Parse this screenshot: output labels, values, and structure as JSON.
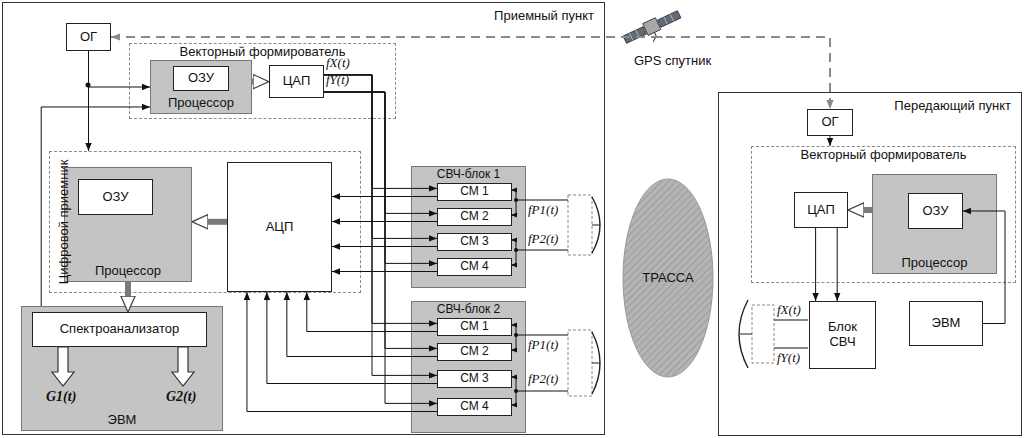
{
  "diagram": {
    "nodes": [
      {
        "text": [
          "Приемный пункт"
        ]
      },
      {
        "text": [
          "ОГ"
        ],
        "in": 0
      },
      {
        "text": [
          "Векторный формирователь"
        ],
        "in": 0
      },
      {
        "text": [
          "Процессор"
        ],
        "in": 2
      },
      {
        "text": [
          "ОЗУ"
        ],
        "in": 3
      },
      {
        "text": [
          "ЦАП"
        ],
        "in": 2
      },
      {
        "text": [
          "Цифровой приемник"
        ],
        "in": 0
      },
      {
        "text": [
          "Процессор"
        ],
        "in": 6
      },
      {
        "text": [
          "ОЗУ"
        ],
        "in": 7
      },
      {
        "text": [
          "АЦП"
        ],
        "in": 6
      },
      {
        "text": [
          "ЭВМ"
        ],
        "in": 0
      },
      {
        "text": [
          "Спектроанализатор"
        ],
        "in": 10
      },
      {
        "text": [
          "СВЧ-блок 1"
        ],
        "in": 0
      },
      {
        "text": [
          "СМ 1"
        ],
        "in": 12
      },
      {
        "text": [
          "СМ 2"
        ],
        "in": 12
      },
      {
        "text": [
          "СМ 3"
        ],
        "in": 12
      },
      {
        "text": [
          "СМ 4"
        ],
        "in": 12
      },
      {
        "text": [
          "СВЧ-блок 2"
        ],
        "in": 0
      },
      {
        "text": [
          "СМ 1"
        ],
        "in": 17
      },
      {
        "text": [
          "СМ 2"
        ],
        "in": 17
      },
      {
        "text": [
          "СМ 3"
        ],
        "in": 17
      },
      {
        "text": [
          "СМ 4"
        ],
        "in": 17
      },
      {
        "text": [
          "ТРАССА"
        ]
      },
      {
        "text": [
          "Передающий пункт"
        ]
      },
      {
        "text": [
          "ОГ"
        ],
        "in": 23
      },
      {
        "text": [
          "Векторный формирователь"
        ],
        "in": 23
      },
      {
        "text": [
          "ЦАП"
        ],
        "in": 25
      },
      {
        "text": [
          "Процессор"
        ],
        "in": 25
      },
      {
        "text": [
          "ОЗУ"
        ],
        "in": 27
      },
      {
        "text": [
          "Блок СВЧ"
        ],
        "in": 23
      },
      {
        "text": [
          "ЭВМ"
        ],
        "in": 23
      }
    ],
    "edges": [
      {
        "from": 1,
        "to": 24,
        "arrow": "both"
      },
      {
        "from": 1,
        "to": 3,
        "arrow": "to"
      },
      {
        "from": 1,
        "to": 6,
        "arrow": "to"
      },
      {
        "from": 3,
        "to": 5,
        "arrow": "to"
      },
      {
        "from": 5,
        "to": 13,
        "arrow": "to"
      },
      {
        "from": 5,
        "to": 14,
        "arrow": "to"
      },
      {
        "from": 5,
        "to": 15,
        "arrow": "to"
      },
      {
        "from": 5,
        "to": 16,
        "arrow": "to"
      },
      {
        "from": 5,
        "to": 18,
        "arrow": "to"
      },
      {
        "from": 5,
        "to": 19,
        "arrow": "to"
      },
      {
        "from": 5,
        "to": 20,
        "arrow": "to"
      },
      {
        "from": 5,
        "to": 21,
        "arrow": "to"
      },
      {
        "from": 13,
        "to": 9,
        "arrow": "to"
      },
      {
        "from": 14,
        "to": 9,
        "arrow": "to"
      },
      {
        "from": 15,
        "to": 9,
        "arrow": "to"
      },
      {
        "from": 16,
        "to": 9,
        "arrow": "to"
      },
      {
        "from": 18,
        "to": 9,
        "arrow": "to"
      },
      {
        "from": 19,
        "to": 9,
        "arrow": "to"
      },
      {
        "from": 20,
        "to": 9,
        "arrow": "to"
      },
      {
        "from": 21,
        "to": 9,
        "arrow": "to"
      },
      {
        "from": 9,
        "to": 7,
        "arrow": "to"
      },
      {
        "from": 7,
        "to": 11,
        "arrow": "to"
      },
      {
        "from": 10,
        "to": 3,
        "arrow": "to"
      },
      {
        "from": 24,
        "to": 25,
        "arrow": "to"
      },
      {
        "from": 30,
        "to": 28,
        "arrow": "to"
      },
      {
        "from": 27,
        "to": 26,
        "arrow": "to"
      },
      {
        "from": 26,
        "to": 29,
        "arrow": "to"
      },
      {
        "from": 26,
        "to": 29,
        "arrow": "to"
      }
    ],
    "labels": [
      "GPS спутник",
      "fX(t)",
      "fY(t)",
      "fP1(t)",
      "fP2(t)",
      "fP1(t)",
      "fP2(t)",
      "G1(t)",
      "G2(t)",
      "fX(t)",
      "fY(t)"
    ]
  }
}
